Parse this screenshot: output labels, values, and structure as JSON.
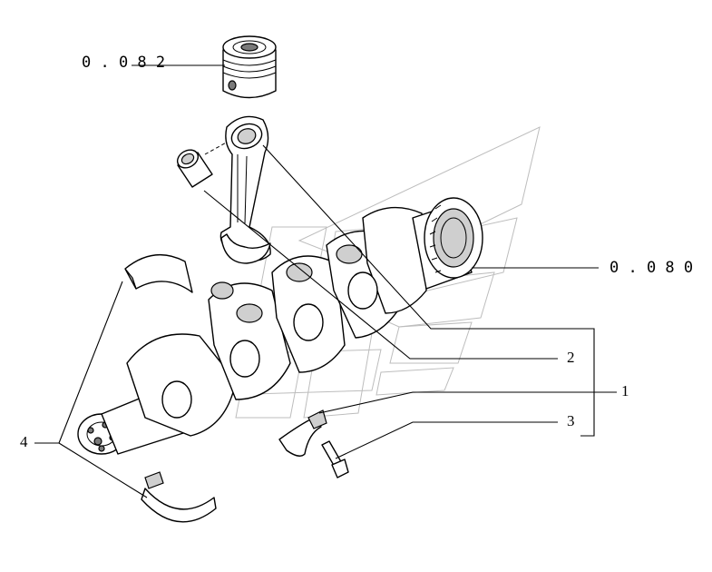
{
  "callouts": {
    "piston_ref": "0.082",
    "gear_ref": "0.080",
    "item_1": "1",
    "item_2": "2",
    "item_3": "3",
    "item_4": "4"
  },
  "colors": {
    "line": "#000000",
    "watermark": "#bdbdbd",
    "background": "#ffffff"
  }
}
